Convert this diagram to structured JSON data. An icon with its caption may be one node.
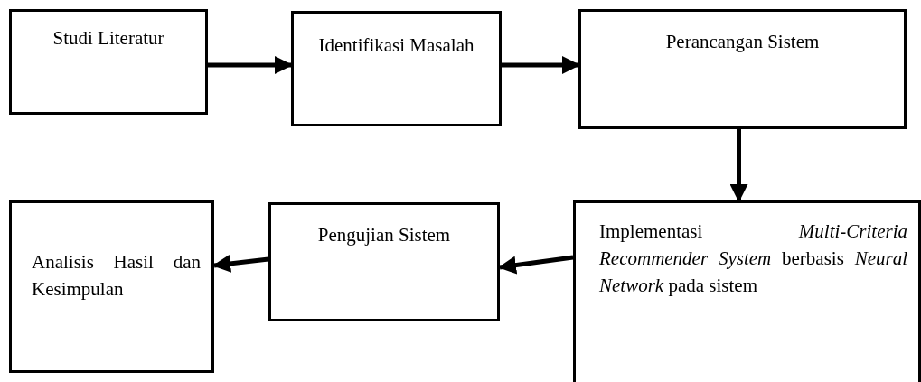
{
  "diagram": {
    "nodes": [
      {
        "text": [
          "Studi Literatur"
        ]
      },
      {
        "text": [
          "Identifikasi Masalah"
        ]
      },
      {
        "text": [
          "Perancangan Sistem"
        ]
      },
      {
        "text": [
          "Implementasi *Multi-Criteria Recommender System* berbasis *Neural Network* pada sistem"
        ]
      },
      {
        "text": [
          "Pengujian Sistem"
        ]
      },
      {
        "text": [
          "Analisis Hasil dan Kesimpulan"
        ]
      }
    ],
    "edges": [
      {
        "from": 0,
        "to": 1,
        "arrow": "to"
      },
      {
        "from": 1,
        "to": 2,
        "arrow": "to"
      },
      {
        "from": 2,
        "to": 3,
        "arrow": "to"
      },
      {
        "from": 3,
        "to": 4,
        "arrow": "to"
      },
      {
        "from": 4,
        "to": 5,
        "arrow": "to"
      }
    ]
  }
}
